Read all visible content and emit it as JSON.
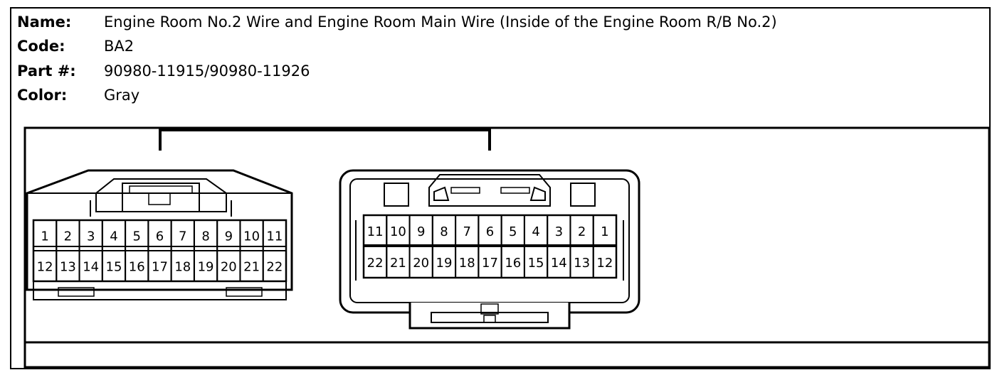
{
  "info": {
    "name_label": "Name:",
    "name_value": "Engine Room No.2 Wire and Engine Room Main Wire (Inside of the Engine Room R/B No.2)",
    "code_label": "Code:",
    "code_value": "BA2",
    "part_label": "Part #:",
    "part_value": "90980-11915/90980-11926",
    "color_label": "Color:",
    "color_value": "Gray"
  },
  "connectors": {
    "left": {
      "top_row": [
        "1",
        "2",
        "3",
        "4",
        "5",
        "6",
        "7",
        "8",
        "9",
        "10",
        "11"
      ],
      "bottom_row": [
        "12",
        "13",
        "14",
        "15",
        "16",
        "17",
        "18",
        "19",
        "20",
        "21",
        "22"
      ]
    },
    "right": {
      "top_row": [
        "11",
        "10",
        "9",
        "8",
        "7",
        "6",
        "5",
        "4",
        "3",
        "2",
        "1"
      ],
      "bottom_row": [
        "22",
        "21",
        "20",
        "19",
        "18",
        "17",
        "16",
        "15",
        "14",
        "13",
        "12"
      ]
    }
  }
}
